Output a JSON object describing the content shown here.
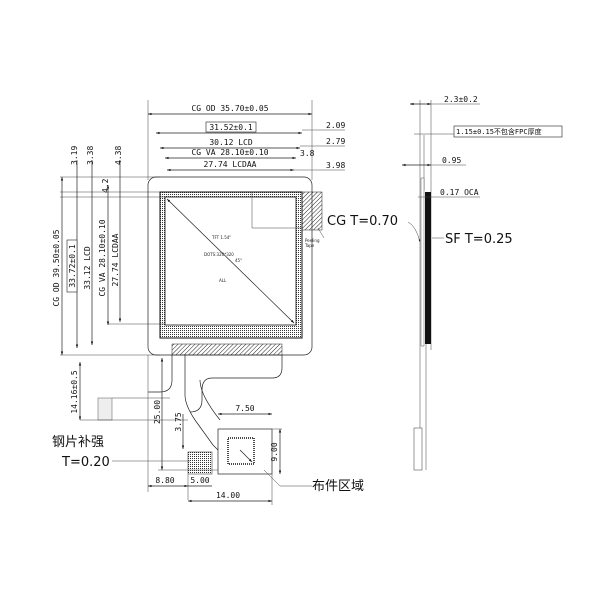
{
  "front_view": {
    "cg_od_width": "CG OD 35.70±0.05",
    "boxed_width": "31.52±0.1",
    "lcd_width": "30.12 LCD",
    "cg_va_width": "CG VA 28.10±0.10",
    "lcdaa_width": "27.74 LCDAA",
    "right_2_09": "2.09",
    "right_2_79": "2.79",
    "right_3_8": "3.8",
    "right_3_98": "3.98",
    "top_3_19": "3.19",
    "top_3_38": "3.38",
    "top_4_38": "4.38",
    "top_4_2": "4.2",
    "cg_od_height": "CG OD 39.50±0.05",
    "boxed_height": "33.72±0.1",
    "lcd_height": "33.12 LCD",
    "cg_va_height": "CG VA 28.10±0.10",
    "lcdaa_height": "27.74 LCDAA",
    "panel_model": "TFT 1.54\"",
    "panel_dots": "DOTS:320*320",
    "panel_angle": "45°",
    "panel_all": "ALL",
    "peeling_tape_1": "Peeling",
    "peeling_tape_2": "Tape",
    "cg_thickness": "CG T=0.70"
  },
  "fpc": {
    "dim_14_16": "14.16±0.5",
    "dim_25_00": "25.00",
    "dim_3_75": "3.75",
    "dim_7_50": "7.50",
    "dim_9_00": "9.00",
    "dim_8_80": "8.80",
    "dim_5_00": "5.00",
    "dim_14_00": "14.00",
    "stiffener_label": "钢片补强",
    "stiffener_thickness": "T=0.20",
    "component_area": "布件区域"
  },
  "side_view": {
    "total_thickness": "2.3±0.2",
    "thickness_note": "1.15±0.15不包含FPC厚度",
    "dim_0_95": "0.95",
    "oca": "0.17 OCA",
    "sf_thickness": "SF T=0.25"
  }
}
